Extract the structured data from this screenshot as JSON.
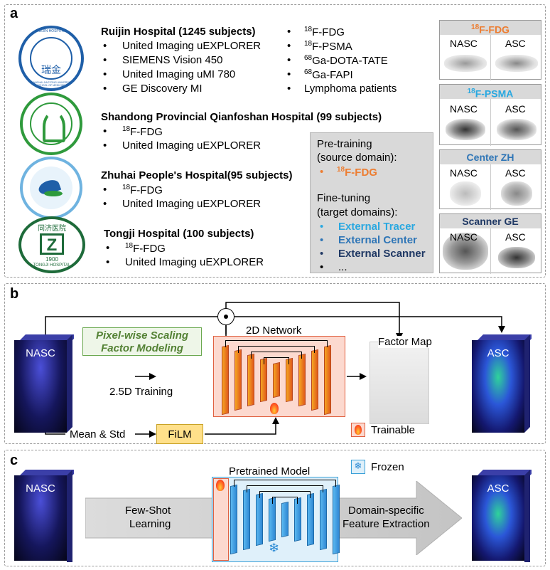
{
  "panel_a": {
    "label": "a",
    "hospitals": [
      {
        "title": "Ruijin Hospital (1245 subjects)",
        "lines": [
          "United Imaging uEXPLORER",
          "SIEMENS Vision 450",
          "United Imaging uMI 780",
          "GE Discovery MI"
        ]
      },
      {
        "title": "Shandong Provincial Qianfoshan Hospital (99 subjects)",
        "lines": [
          "18F-FDG",
          "United Imaging uEXPLORER"
        ]
      },
      {
        "title": "Zhuhai People's Hospital(95 subjects)",
        "lines": [
          "18F-FDG",
          "United Imaging uEXPLORER"
        ]
      },
      {
        "title": "Tongji Hospital (100 subjects)",
        "lines": [
          "18F-FDG",
          "United Imaging uEXPLORER"
        ]
      }
    ],
    "ruijin_tracers": [
      "18F-FDG",
      "18F-PSMA",
      "68Ga-DOTA-TATE",
      "68Ga-FAPI",
      "Lymphoma patients"
    ],
    "logos": {
      "ruijin": {
        "top": "RUIJIN HOSPITAL",
        "bottom": "SHANGHAI JIAOTONG UNIVERSITY SCHOOL OF MEDICINE",
        "center": "瑞金"
      },
      "tongji": {
        "center": "同济医院",
        "bottom": "TONGJI HOSPITAL",
        "year": "1900"
      }
    },
    "training_box": {
      "pretrain_1": "Pre-training",
      "pretrain_2": "(source domain):",
      "source": "18F-FDG",
      "finetune_1": "Fine-tuning",
      "finetune_2": "(target domains):",
      "targets": [
        "External Tracer",
        "External Center",
        "External Scanner",
        "..."
      ],
      "colors": {
        "source": "#ed7d31",
        "tracer": "#29a8e0",
        "center": "#2e75b6",
        "scanner": "#1f3864"
      }
    },
    "cards": [
      {
        "title": "18F-FDG",
        "color": "#ed7d31",
        "left": "NASC",
        "right": "ASC"
      },
      {
        "title": "18F-PSMA",
        "color": "#29a8e0",
        "left": "NASC",
        "right": "ASC"
      },
      {
        "title": "Center ZH",
        "color": "#2e75b6",
        "left": "NASC",
        "right": "ASC"
      },
      {
        "title": "Scanner GE",
        "color": "#1f3864",
        "left": "NASC",
        "right": "ASC"
      }
    ]
  },
  "panel_b": {
    "label": "b",
    "nasc": "NASC",
    "asc": "ASC",
    "pixel_wise_1": "Pixel-wise Scaling",
    "pixel_wise_2": "Factor Modeling",
    "training": "2.5D Training",
    "network": "2D Network",
    "factor_map": "Factor Map",
    "mean_std": "Mean & Std",
    "film": "FiLM",
    "trainable": "Trainable",
    "multiply": "⊙"
  },
  "panel_c": {
    "label": "c",
    "nasc": "NASC",
    "asc": "ASC",
    "few_shot_1": "Few-Shot",
    "few_shot_2": "Learning",
    "pretrained": "Pretrained Model",
    "frozen": "Frozen",
    "domain_1": "Domain-specific",
    "domain_2": "Feature Extraction"
  }
}
